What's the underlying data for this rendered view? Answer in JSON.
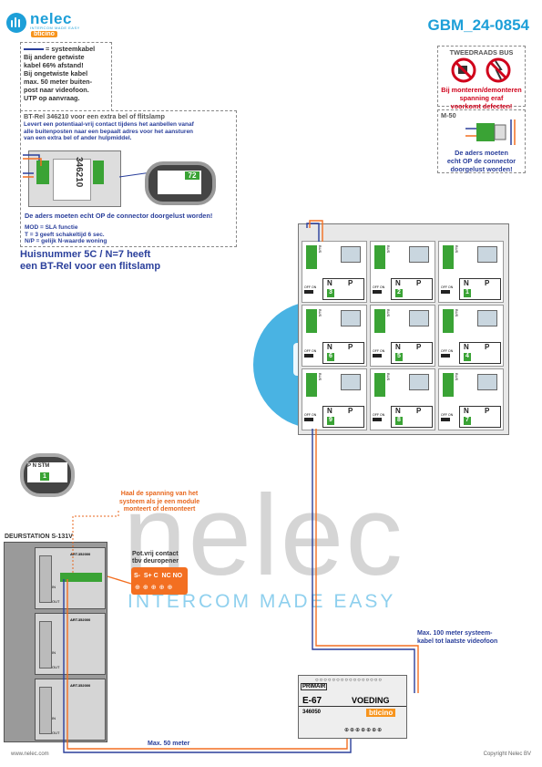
{
  "brand": {
    "name": "nelec",
    "tagline": "INTERCOM MADE EASY",
    "partner": "bticino"
  },
  "doc_code": "GBM_24-0854",
  "cable_note": {
    "title": "= systeemkabel",
    "lines": [
      "Bij andere getwiste",
      "kabel 66% afstand!",
      "Bij ongetwiste kabel",
      "max. 50 meter buiten-",
      "post naar videofoon.",
      "UTP op aanvraag."
    ]
  },
  "bus_warning": {
    "title": "TWEEDRAADS BUS",
    "lines": [
      "Bij monteren/demonteren",
      "spanning eraf",
      "voorkomt defecten!"
    ]
  },
  "m50": {
    "title": "M-50",
    "lines": [
      "De aders moeten",
      "echt OP de connector",
      "doorgelust worden!"
    ]
  },
  "btrel": {
    "title": "BT-Rel 346210 voor een extra bel of flitslamp",
    "desc": [
      "Levert een potentiaal-vrij contact tijdens het aanbellen vanaf",
      "alle buitenposten naar een bepaalt adres voor  het aansturen",
      "van een extra bel of ander hulpmiddel."
    ],
    "module_code": "346210",
    "dip": "72",
    "footer_bold": "De aders moeten echt OP de connector doorgelust worden!",
    "settings": [
      "MOD = SLA functie",
      "T = 3 geeft schakeltijd 6 sec.",
      "N/P = gelijk N-waarde woning"
    ]
  },
  "house_note": [
    "Huisnummer 5C / N=7 heeft",
    "een BT-Rel voor een flitslamp"
  ],
  "videophones": {
    "labels": {
      "n": "N",
      "p": "P",
      "switch": "OFF ON",
      "bus": "BUS"
    },
    "numbers": [
      "3",
      "2",
      "1",
      "6",
      "5",
      "4",
      "9",
      "8",
      "7"
    ]
  },
  "door_station": {
    "title": "DEURSTATION S-131V",
    "dip_labels": [
      "P",
      "N",
      "S",
      "T",
      "M"
    ],
    "dip_value": "1",
    "mod_code": "ART.352000",
    "mod_in": "IN",
    "mod_out": "OUT"
  },
  "power_note": [
    "Haal de spanning van het",
    "systeem als je een module",
    "monteert of demonteert"
  ],
  "contact": {
    "title": [
      "Pot.vrij contact",
      "tbv deuropener"
    ],
    "terminals": "S-  S+ C  NC NO"
  },
  "cable_100": [
    "Max. 100 meter systeem-",
    "kabel tot laatste videofoon"
  ],
  "cable_50": "Max. 50 meter",
  "psu": {
    "primair": "PRIMAIR",
    "model": "E-67",
    "title": "VOEDING",
    "code": "346050"
  },
  "footer": {
    "left": "www.nelec.com",
    "right": "Copyright Nelec BV"
  }
}
